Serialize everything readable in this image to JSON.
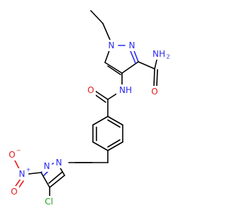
{
  "colors": {
    "carbon": "#000000",
    "nitrogen": "#2a2af0",
    "oxygen": "#e31a1a",
    "chlorine": "#1fa01f",
    "background": "#ffffff"
  },
  "atoms": {
    "n1_top": "N",
    "n2_top": "N",
    "amide_n_h2": "NH",
    "amide_n_sub": "2",
    "amide_o_top": "O",
    "nh_link": "NH",
    "amide_o_mid": "O",
    "n1_bottom": "N",
    "n2_bottom": "N",
    "nitro_n": "N",
    "nitro_plus": "+",
    "nitro_o_minus": "O",
    "nitro_minus": "−",
    "nitro_o": "O",
    "chlorine": "Cl"
  }
}
